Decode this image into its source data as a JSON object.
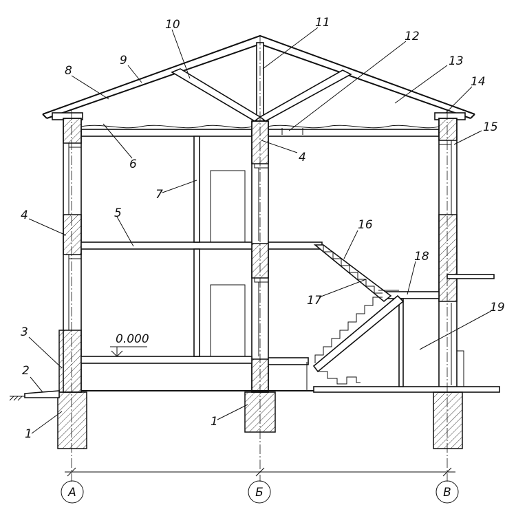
{
  "callouts": [
    "1",
    "1",
    "2",
    "3",
    "4",
    "4",
    "5",
    "6",
    "7",
    "8",
    "9",
    "10",
    "11",
    "12",
    "13",
    "14",
    "15",
    "16",
    "17",
    "18",
    "19"
  ],
  "level_mark": "0.000",
  "axes": [
    "А",
    "Б",
    "В"
  ]
}
